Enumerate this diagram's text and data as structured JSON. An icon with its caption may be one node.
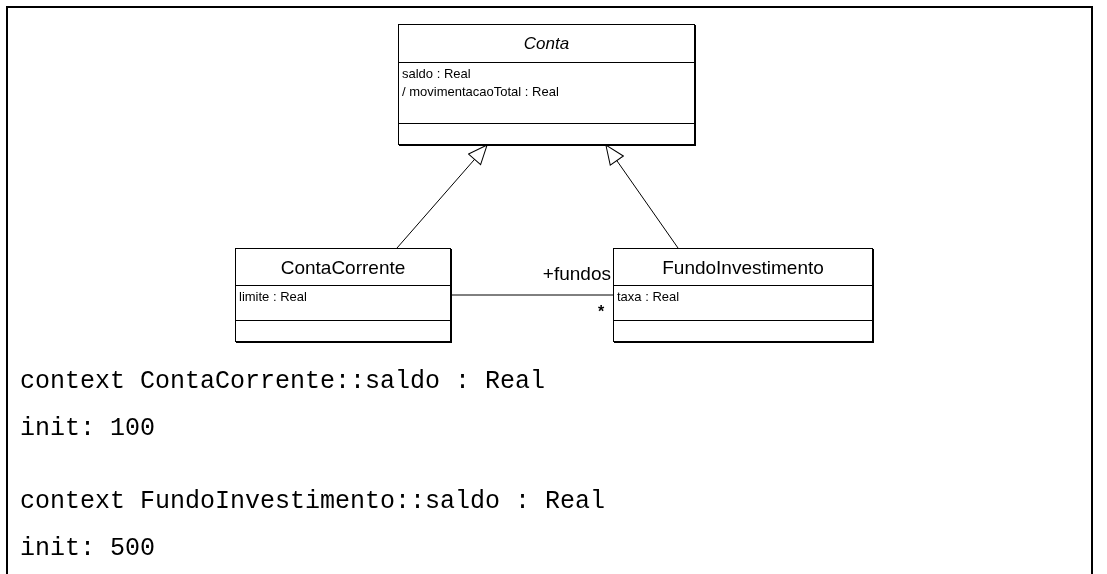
{
  "diagram": {
    "nodes": [
      {
        "text": [
          "Conta",
          "saldo : Real",
          "/ movimentacaoTotal : Real"
        ]
      },
      {
        "text": [
          "ContaCorrente",
          "limite : Real"
        ]
      },
      {
        "text": [
          "FundoInvestimento",
          "taxa : Real"
        ]
      }
    ],
    "edges": [
      {
        "from": 1,
        "to": 0,
        "arrow": "to"
      },
      {
        "from": 2,
        "to": 0,
        "arrow": "to"
      },
      {
        "from": 1,
        "to": 2,
        "arrow": "none",
        "label": "+fundos"
      }
    ],
    "labels": [
      "*",
      "context ContaCorrente::saldo : Real",
      "init: 100",
      "context FundoInvestimento::saldo : Real",
      "init: 500"
    ]
  }
}
